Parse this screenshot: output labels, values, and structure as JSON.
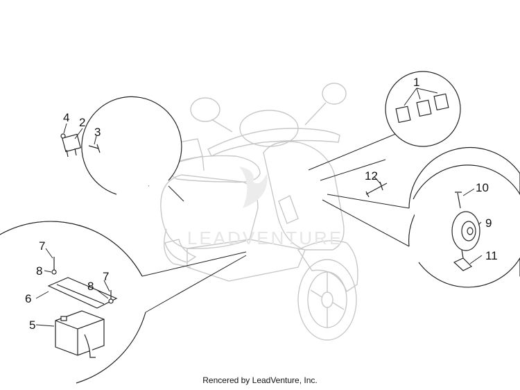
{
  "callouts": {
    "c1": "1",
    "c2": "2",
    "c3": "3",
    "c4": "4",
    "c5": "5",
    "c6": "6",
    "c7a": "7",
    "c7b": "7",
    "c8a": "8",
    "c8b": "8",
    "c9": "9",
    "c10": "10",
    "c11": "11",
    "c12": "12"
  },
  "watermark": "LEADVENTURE",
  "footer": "Rencered by LeadVenture, Inc."
}
